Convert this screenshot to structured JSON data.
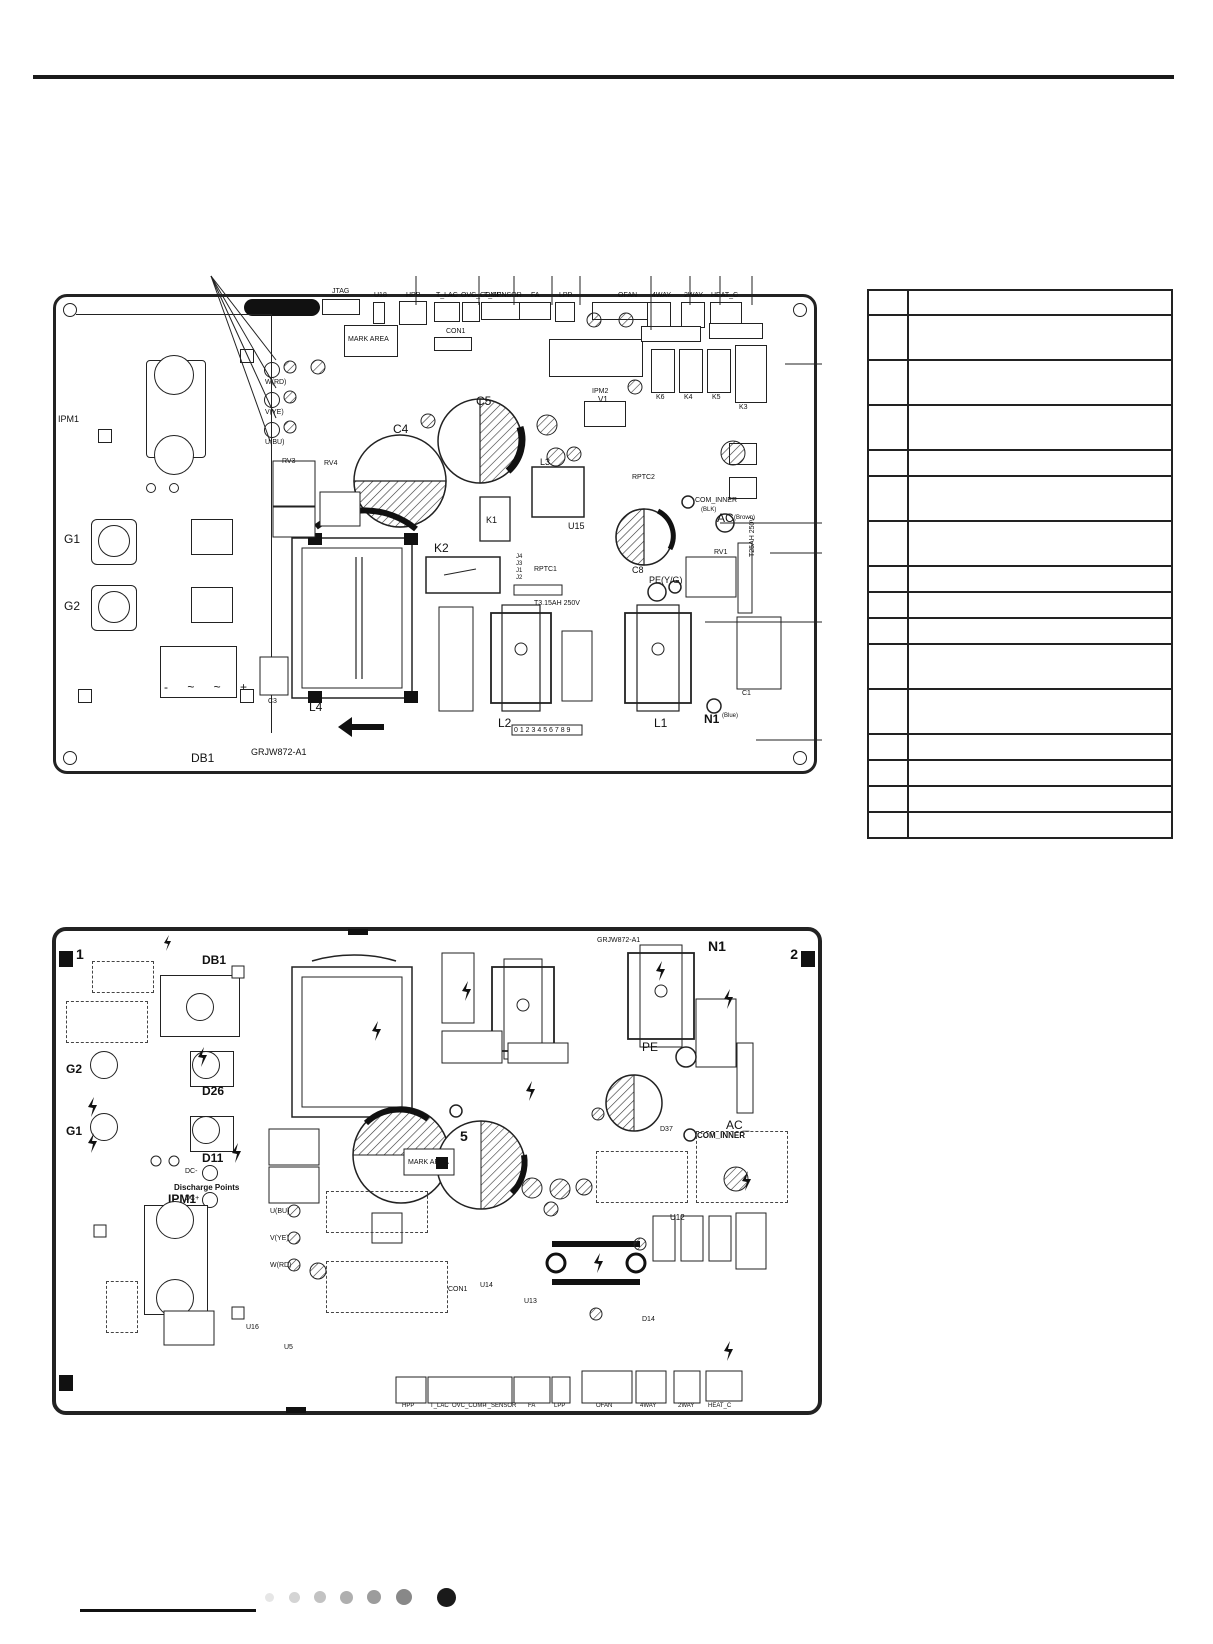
{
  "top_board": {
    "connectors": [
      "HPP",
      "T_LAC",
      "OVC_COMP",
      "T_SENSOR",
      "FA",
      "LPP",
      "OFAN",
      "4WAY",
      "2WAY",
      "HEAT_C",
      "JTAG",
      "U18"
    ],
    "labels": {
      "mark_area": "MARK AREA",
      "con1": "CON1",
      "ipm1": "IPM1",
      "ipm2": "IPM2",
      "v1": "V1",
      "c4": "C4",
      "c5": "C5",
      "c8": "C8",
      "k1": "K1",
      "k2": "K2",
      "k3": "K3",
      "k4": "K4",
      "k5": "K5",
      "k6": "K6",
      "l1": "L1",
      "l2": "L2",
      "l3": "L3",
      "l4": "L4",
      "u15": "U15",
      "db1": "DB1",
      "g1": "G1",
      "g2": "G2",
      "rv1": "RV1",
      "rv3": "RV3",
      "rv4": "RV4",
      "rptc1": "RPTC1",
      "rptc2": "RPTC2",
      "fuse": "T3.15AH 250V",
      "fuse2": "T25AH 250V",
      "com_inner": "COM_INNER",
      "com_inner_sub": "(BLK)",
      "ac": "AC",
      "ac_sub": "(Brown)",
      "pe": "PE(Y/G)",
      "n1": "N1",
      "n1_sub": "(Blue)",
      "model": "GRJW872-A1",
      "w": "W(RD)",
      "v": "V(YE)",
      "u": "U(BU)",
      "c1": "C1",
      "c3": "C3",
      "j1": "J1",
      "j2": "J2",
      "j3": "J3",
      "j4": "J4",
      "digits": "0 1 2 3 4 5 6 7 8 9"
    }
  },
  "bottom_board": {
    "connectors": [
      "HPP",
      "T_LAC",
      "OVC_COMP",
      "T_SENSOR",
      "FA",
      "LPP",
      "OFAN",
      "4WAY",
      "2WAY",
      "HEAT_C"
    ],
    "labels": {
      "db1": "DB1",
      "d26": "D26",
      "d11": "D11",
      "g1": "G1",
      "g2": "G2",
      "ipm1": "IPM1",
      "discharge": "Discharge Points",
      "dcm": "DC-",
      "dcp": "DC+",
      "n1": "N1",
      "pe": "PE",
      "ac": "AC_",
      "com_inner": "COM_INNER",
      "mark_area": "MARK AREA",
      "model": "GRJW872-A1",
      "u": "U(BU)",
      "v": "V(YE)",
      "w": "W(RD)",
      "corner1": "1",
      "corner2": "2",
      "five": "5",
      "u12": "U12",
      "u13": "U13",
      "u14": "U14",
      "u16": "U16",
      "u5": "U5",
      "con1": "CON1",
      "d37": "D37",
      "d14": "D14"
    }
  },
  "legend": {
    "rows": [
      {
        "num": "",
        "desc": ""
      },
      {
        "num": "",
        "desc": ""
      },
      {
        "num": "",
        "desc": ""
      },
      {
        "num": "",
        "desc": ""
      },
      {
        "num": "",
        "desc": ""
      },
      {
        "num": "",
        "desc": ""
      },
      {
        "num": "",
        "desc": ""
      },
      {
        "num": "",
        "desc": ""
      },
      {
        "num": "",
        "desc": ""
      },
      {
        "num": "",
        "desc": ""
      },
      {
        "num": "",
        "desc": ""
      },
      {
        "num": "",
        "desc": ""
      },
      {
        "num": "",
        "desc": ""
      },
      {
        "num": "",
        "desc": ""
      },
      {
        "num": "",
        "desc": ""
      },
      {
        "num": "",
        "desc": ""
      }
    ]
  },
  "colors": {
    "ink": "#222222",
    "hatch": "#333333",
    "dots": [
      "#e6e6e6",
      "#d4d4d4",
      "#c2c2c2",
      "#afafaf",
      "#9c9c9c",
      "#888888",
      "#1a1a1a"
    ]
  }
}
